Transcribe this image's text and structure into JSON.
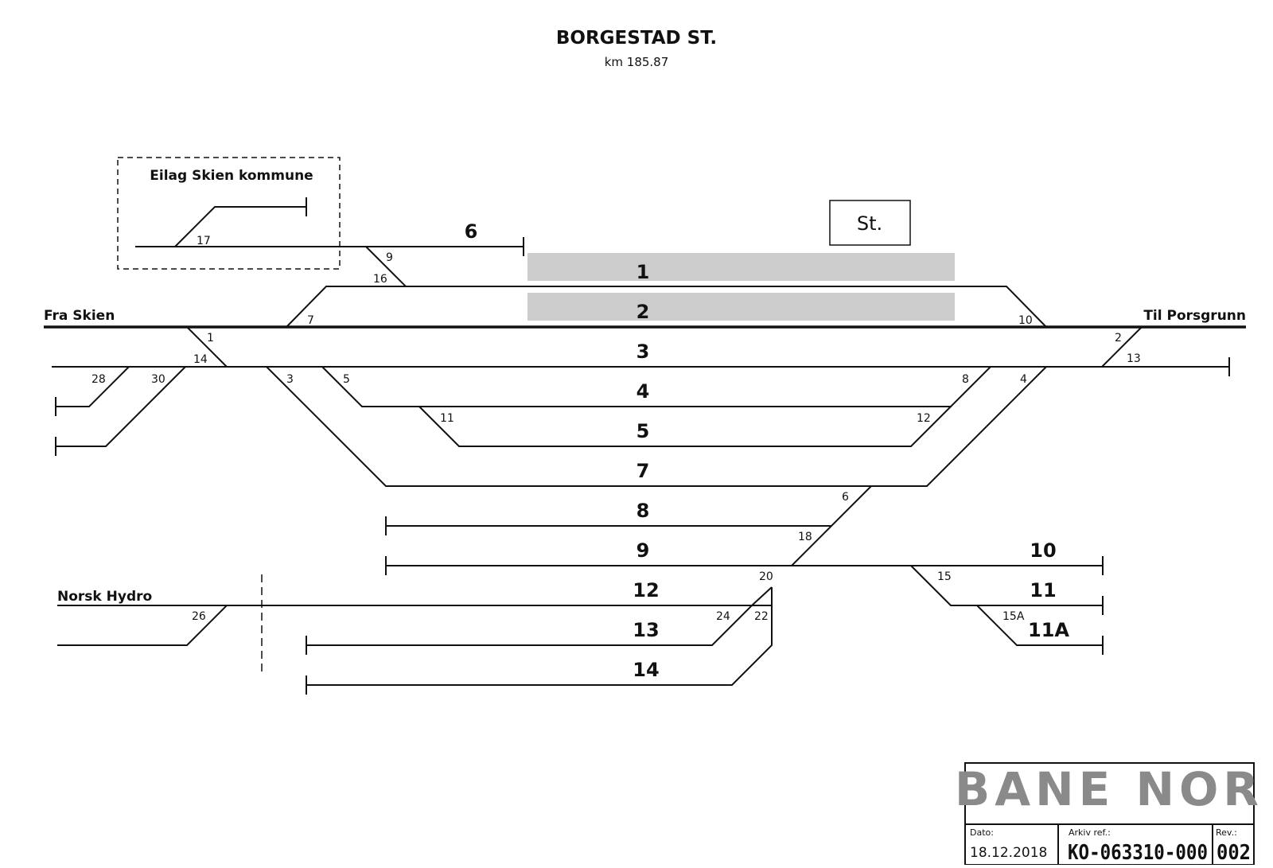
{
  "title": "BORGESTAD ST.",
  "subtitle": "km 185.87",
  "places": {
    "fra": "Fra Skien",
    "til": "Til Porsgrunn",
    "hydro": "Norsk Hydro"
  },
  "siding_box_label": "Eilag Skien kommune",
  "station_building_label": "St.",
  "tracks": [
    "6",
    "1",
    "2",
    "3",
    "4",
    "5",
    "7",
    "8",
    "9",
    "10",
    "12",
    "11",
    "13",
    "11A",
    "14"
  ],
  "switches": [
    "17",
    "9",
    "16",
    "7",
    "10",
    "1",
    "14",
    "2",
    "13",
    "28",
    "30",
    "3",
    "5",
    "8",
    "4",
    "11",
    "12",
    "6",
    "18",
    "20",
    "15",
    "26",
    "24",
    "22",
    "15A"
  ],
  "title_block": {
    "logo": "BANE NOR",
    "date_label": "Dato:",
    "date": "18.12.2018",
    "ref_label": "Arkiv ref.:",
    "ref": "KO-063310-000",
    "rev_label": "Rev.:",
    "rev": "002"
  },
  "colors": {
    "line": "#111111",
    "platform": "#cccccc",
    "logo": "#8a8a8a"
  }
}
